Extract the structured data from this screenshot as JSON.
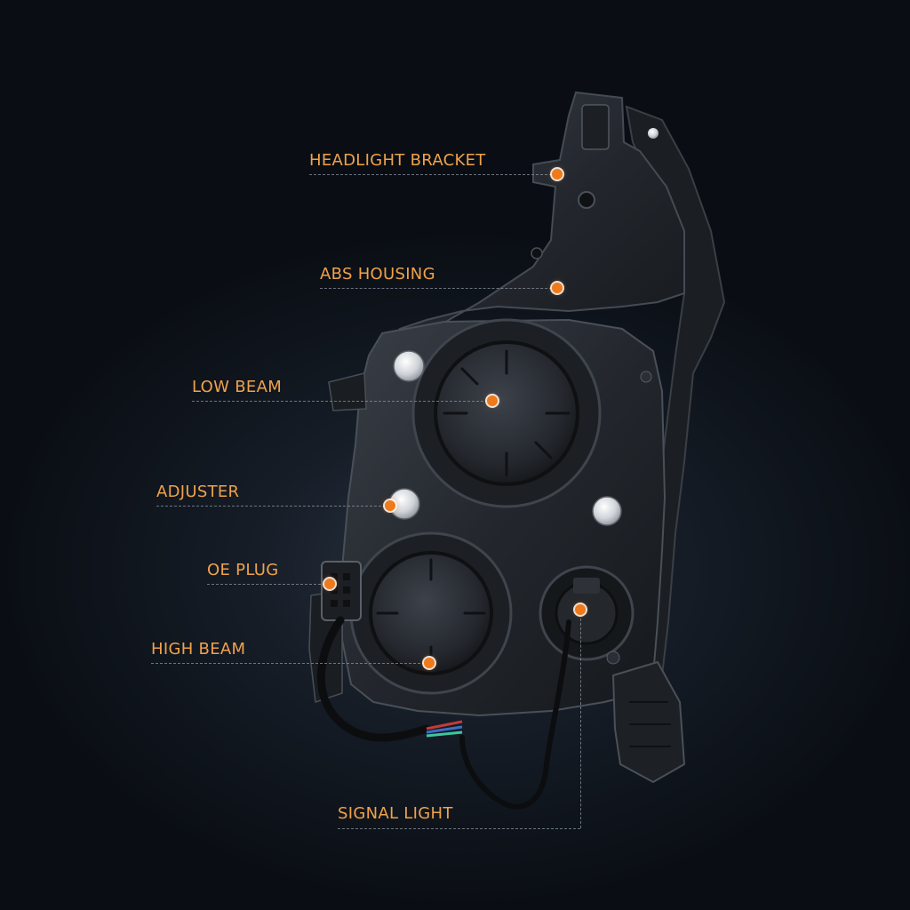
{
  "callouts": [
    {
      "id": "headlight-bracket",
      "label": "HEADLIGHT BRACKET"
    },
    {
      "id": "abs-housing",
      "label": "ABS HOUSING"
    },
    {
      "id": "low-beam",
      "label": "LOW BEAM"
    },
    {
      "id": "adjuster",
      "label": "ADJUSTER"
    },
    {
      "id": "oe-plug",
      "label": "OE PLUG"
    },
    {
      "id": "high-beam",
      "label": "HIGH BEAM"
    },
    {
      "id": "signal-light",
      "label": "SIGNAL LIGHT"
    }
  ],
  "colors": {
    "label": "#f0a24a",
    "marker": "#f07a1a",
    "background": "#0b1017"
  }
}
